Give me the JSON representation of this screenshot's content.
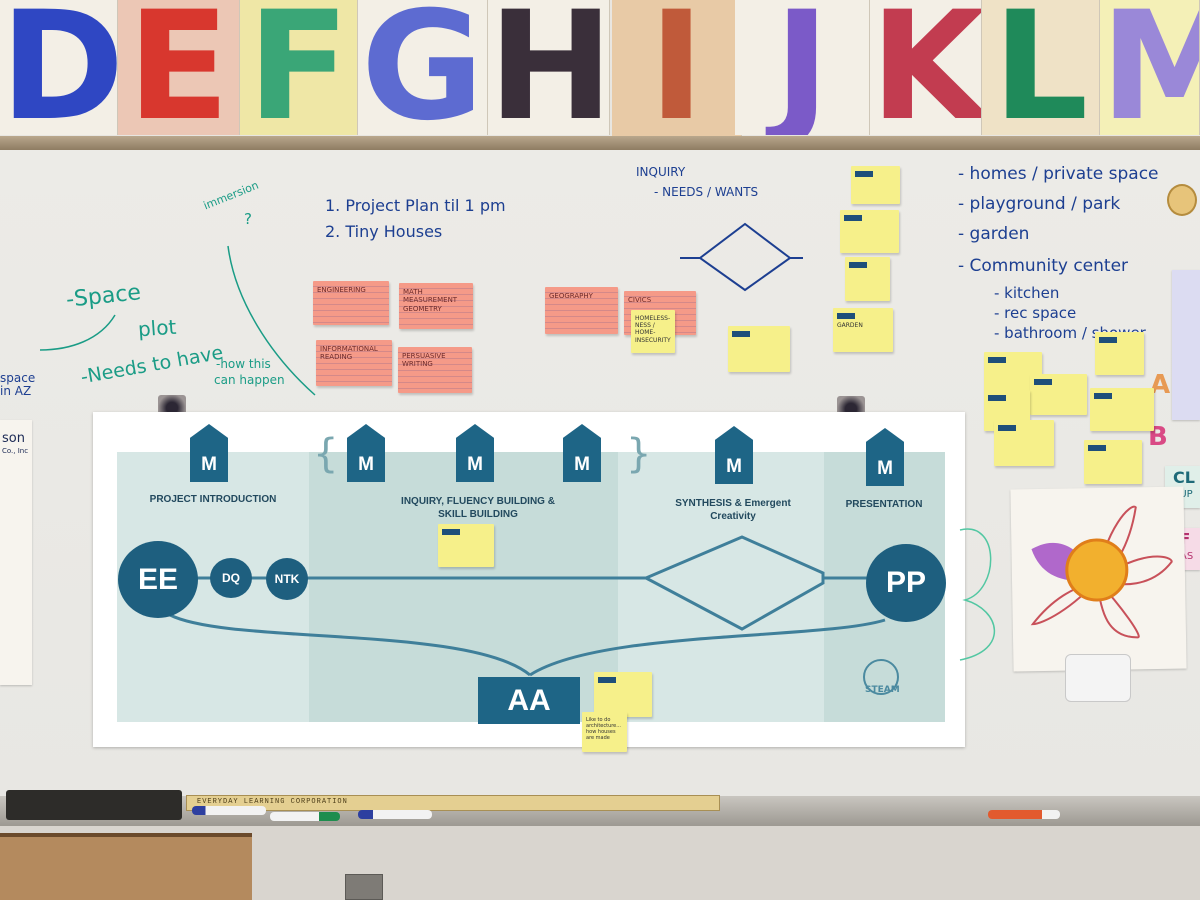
{
  "posters": [
    {
      "letter": "D",
      "color": "#2f47c3"
    },
    {
      "letter": "E",
      "color": "#d8372e"
    },
    {
      "letter": "F",
      "color": "#3aa677"
    },
    {
      "letter": "G",
      "color": "#5d6bd1"
    },
    {
      "letter": "H",
      "color": "#3a2f3a"
    },
    {
      "letter": "I",
      "color": "#c05a3a"
    },
    {
      "letter": "J",
      "color": "#7b5ac8"
    },
    {
      "letter": "K",
      "color": "#c23c50"
    },
    {
      "letter": "L",
      "color": "#1f8a5a"
    },
    {
      "letter": "M",
      "color": "#9a88d8"
    }
  ],
  "board": {
    "agenda": [
      "1. Project Plan til  1 pm",
      "2. Tiny Houses"
    ],
    "left_notes": {
      "immersion": "immersion",
      "question": "?",
      "space": "-Space",
      "plot": "plot",
      "needs": "-Needs to have",
      "how": "-how this",
      "happen": "can happen",
      "edge": "space in AZ"
    },
    "inquiry": [
      "INQUIRY",
      "- NEEDS / WANTS"
    ],
    "right_list": [
      "- homes / private space",
      "- playground / park",
      "- garden",
      "- Community center",
      "- kitchen",
      "- rec space",
      "- bathroom / shower"
    ],
    "side_letters": [
      "A",
      "B"
    ],
    "side_cards": [
      "CL",
      "SUP",
      "F",
      "AS"
    ],
    "side_brand": [
      "son",
      "Co., Inc"
    ]
  },
  "pink_cards": [
    "ENGINEERING",
    "MATH MEASUREMENT GEOMETRY",
    "INFORMATIONAL READING",
    "PERSUASIVE WRITING",
    "GEOGRAPHY",
    "CIVICS"
  ],
  "yellow_note_texts": {
    "homeless": "HOMELESS-NESS / HOME-INSECURITY",
    "garden": "GARDEN",
    "bottom": "Like to do architecture... how houses are made"
  },
  "chart": {
    "milestone_label": "M",
    "phases": [
      "PROJECT INTRODUCTION",
      "INQUIRY, FLUENCY BUILDING & SKILL BUILDING",
      "SYNTHESIS & Emergent Creativity",
      "PRESENTATION"
    ],
    "nodes": {
      "start": "EE",
      "dq": "DQ",
      "ntk": "NTK",
      "end": "PP",
      "assess": "AA"
    },
    "logo": "STEAM",
    "colors": {
      "primary": "#1e6586",
      "band_light": "#d7e7e5",
      "band_dark": "#c6dcd9"
    }
  },
  "tray": {
    "ruler_text": "EVERYDAY LEARNING CORPORATION"
  }
}
